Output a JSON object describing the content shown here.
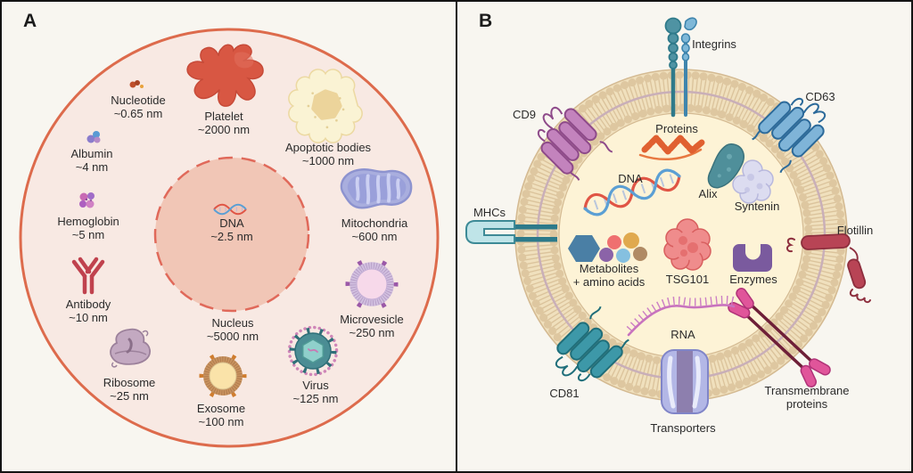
{
  "figure": {
    "panel_a": {
      "label": "A",
      "description": "size-comparison-of-biological-particles",
      "items": [
        {
          "name": "Nucleotide",
          "size": "~0.65 nm"
        },
        {
          "name": "Platelet",
          "size": "~2000 nm"
        },
        {
          "name": "Apoptotic bodies",
          "size": "~1000 nm"
        },
        {
          "name": "Albumin",
          "size": "~4 nm"
        },
        {
          "name": "Hemoglobin",
          "size": "~5 nm"
        },
        {
          "name": "Antibody",
          "size": "~10 nm"
        },
        {
          "name": "Ribosome",
          "size": "~25 nm"
        },
        {
          "name": "DNA",
          "size": "~2.5 nm"
        },
        {
          "name": "Nucleus",
          "size": "~5000 nm"
        },
        {
          "name": "Exosome",
          "size": "~100 nm"
        },
        {
          "name": "Virus",
          "size": "~125 nm"
        },
        {
          "name": "Microvesicle",
          "size": "~250 nm"
        },
        {
          "name": "Mitochondria",
          "size": "~600 nm"
        }
      ]
    },
    "panel_b": {
      "label": "B",
      "description": "exosome-structure-and-composition",
      "membrane_proteins": {
        "integrins": "Integrins",
        "cd9": "CD9",
        "cd63": "CD63",
        "mhcs": "MHCs",
        "flotillin": "Flotillin",
        "cd81": "CD81",
        "transporters": "Transporters",
        "transmembrane_line1": "Transmembrane",
        "transmembrane_line2": "proteins"
      },
      "cargo": {
        "proteins": "Proteins",
        "dna": "DNA",
        "alix": "Alix",
        "syntenin": "Syntenin",
        "metabolites_line1": "Metabolites",
        "metabolites_line2": "+ amino acids",
        "tsg101": "TSG101",
        "enzymes": "Enzymes",
        "rna": "RNA"
      }
    },
    "colors": {
      "background": "#f8f6f0",
      "frame": "#141414",
      "cell_fill": "#f8e9e3",
      "cell_stroke": "#dd6b4c",
      "nucleus_fill": "#f1c6b6",
      "nucleus_stroke": "#e0695a",
      "membrane_fill": "#f0e0bd",
      "lumen_fill": "#fdf3d6",
      "text": "#2b2b2b"
    }
  }
}
